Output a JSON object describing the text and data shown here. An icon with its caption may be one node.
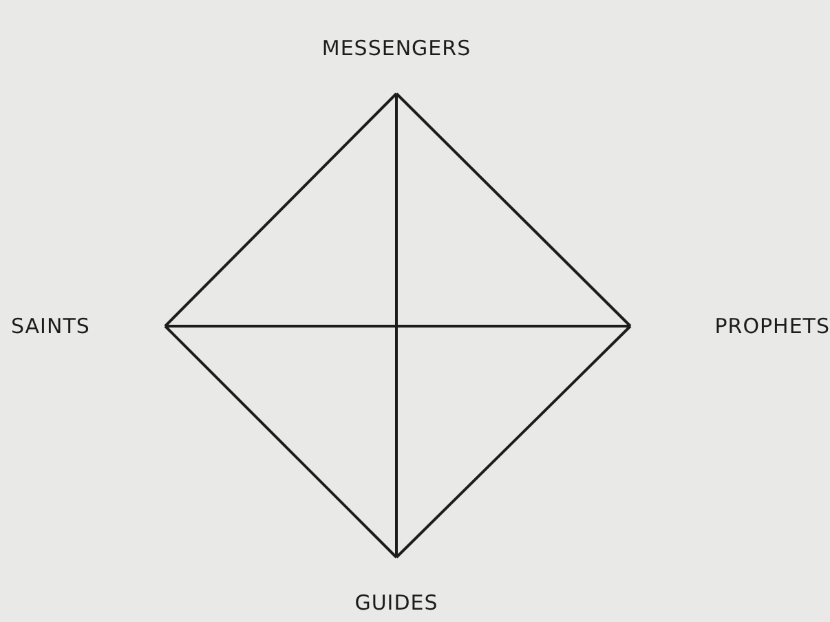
{
  "diagram": {
    "nodes": [
      {
        "text": [
          "MESSENGERS"
        ]
      },
      {
        "text": [
          "SAINTS"
        ]
      },
      {
        "text": [
          "PROPHETS"
        ]
      },
      {
        "text": [
          "GUIDES"
        ]
      }
    ],
    "edges": [
      {
        "from": 0,
        "to": 2,
        "arrow": "none"
      },
      {
        "from": 2,
        "to": 3,
        "arrow": "none"
      },
      {
        "from": 3,
        "to": 1,
        "arrow": "none"
      },
      {
        "from": 1,
        "to": 0,
        "arrow": "none"
      },
      {
        "from": 0,
        "to": 3,
        "arrow": "none"
      },
      {
        "from": 1,
        "to": 2,
        "arrow": "none"
      }
    ]
  }
}
